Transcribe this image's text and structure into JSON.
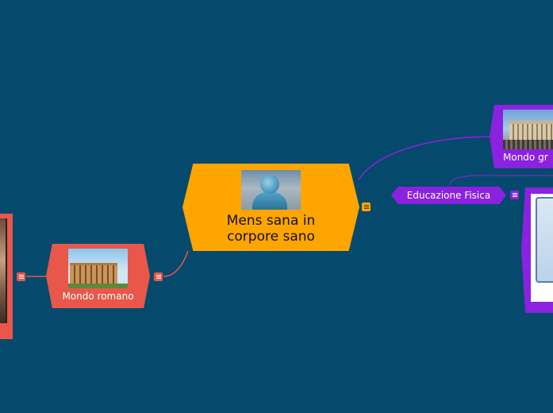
{
  "central": {
    "title": "Mens sana in corpore sano",
    "image": "zeus-statue"
  },
  "branches": [
    {
      "label": "Mondo romano",
      "image": "colosseum",
      "color": "#e8574a"
    },
    {
      "label": "Mondo gr",
      "image": "parthenon",
      "color": "#8a22e0"
    },
    {
      "label": "Educazione Fisica",
      "color": "#8a22e0"
    }
  ],
  "colors": {
    "background": "#054a6c",
    "central": "#ffa500"
  }
}
